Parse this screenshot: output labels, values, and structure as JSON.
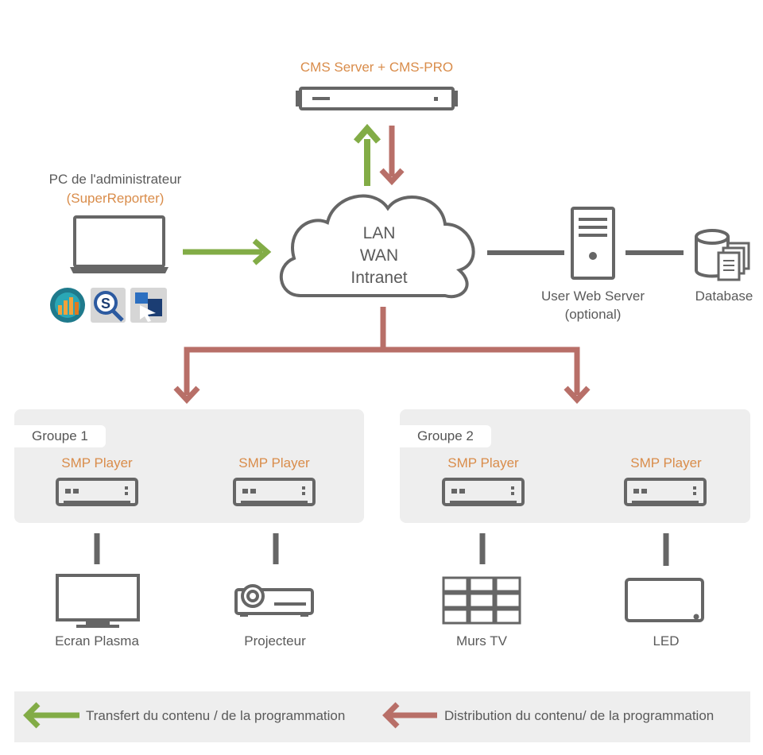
{
  "cms": {
    "label": "CMS Server + CMS-PRO"
  },
  "admin": {
    "label": "PC de l'administrateur",
    "sublabel": "(SuperReporter)"
  },
  "cloud": {
    "line1": "LAN",
    "line2": "WAN",
    "line3": "Intranet"
  },
  "web_server": {
    "line1": "User Web Server",
    "line2": "(optional)"
  },
  "database": {
    "label": "Database"
  },
  "groups": [
    {
      "name": "Groupe 1",
      "players": [
        {
          "label": "SMP Player",
          "device": "Ecran Plasma",
          "icon": "plasma-screen-icon"
        },
        {
          "label": "SMP Player",
          "device": "Projecteur",
          "icon": "projector-icon"
        }
      ]
    },
    {
      "name": "Groupe 2",
      "players": [
        {
          "label": "SMP Player",
          "device": "Murs TV",
          "icon": "video-wall-icon"
        },
        {
          "label": "SMP Player",
          "device": "LED",
          "icon": "led-display-icon"
        }
      ]
    }
  ],
  "legend": {
    "transfer": "Transfert du contenu / de la programmation",
    "distribution": "Distribution du contenu/ de la programmation"
  },
  "colors": {
    "green": "#82ac46",
    "red": "#b86f68",
    "orange": "#d98c4a",
    "gray": "#666666",
    "box": "#eeeeee"
  }
}
